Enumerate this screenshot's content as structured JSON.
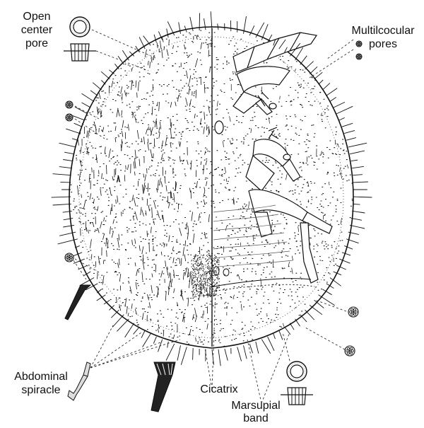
{
  "labels": {
    "open_center_pore": [
      "Open",
      "center",
      "pore"
    ],
    "multilocular_pores": [
      "Multilcocular",
      "pores"
    ],
    "abdominal_spiracle": [
      "Abdominal",
      "spiracle"
    ],
    "cicatrix": "Cicatrix",
    "marsupial_band": [
      "Marsupial",
      "band"
    ]
  },
  "colors": {
    "ink": "#111111",
    "background": "#ffffff"
  },
  "icons": {
    "open_pore": "ring-pore-icon",
    "multilocular_pore": "rosette-pore-icon",
    "spiracle": "funnel-spiracle-icon"
  }
}
